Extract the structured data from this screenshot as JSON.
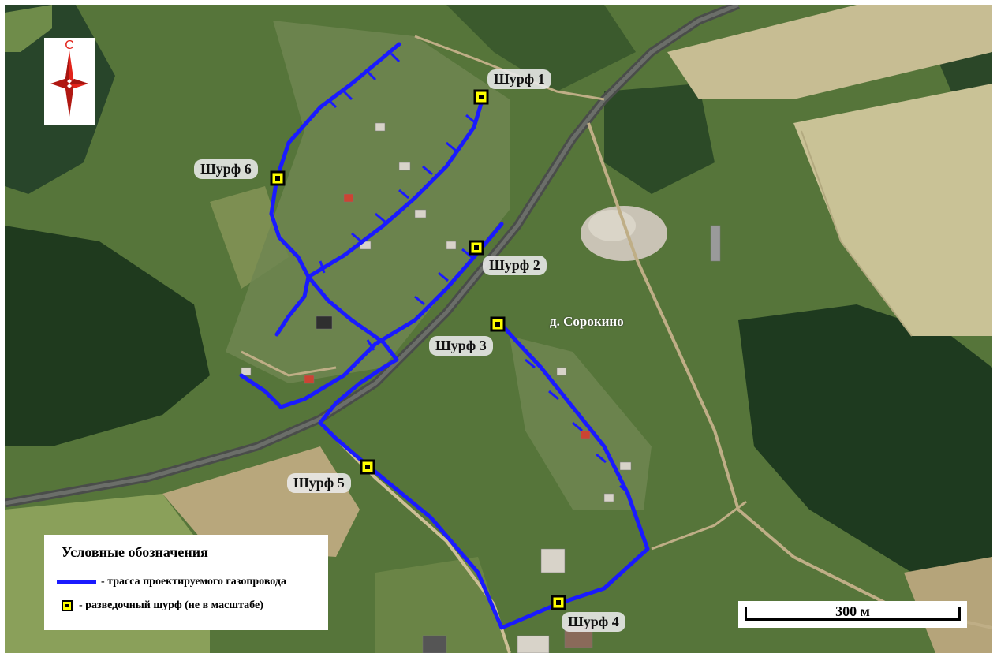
{
  "map": {
    "north_label": "С",
    "settlement": "д. Сорокино",
    "pits": [
      {
        "label": "Шурф 1"
      },
      {
        "label": "Шурф 2"
      },
      {
        "label": "Шурф 3"
      },
      {
        "label": "Шурф 4"
      },
      {
        "label": "Шурф 5"
      },
      {
        "label": "Шурф 6"
      }
    ],
    "scale_label": "300 м",
    "colors": {
      "pipeline": "#1a1aff",
      "pit_fill": "#ffff00",
      "pit_border": "#000000",
      "north_arrow": "#e2231a"
    }
  },
  "legend": {
    "title": "Условные обозначения",
    "items": [
      {
        "symbol": "pipeline-line",
        "label": "- трасса проектируемого газопровода"
      },
      {
        "symbol": "pit-square",
        "label": "- разведочный шурф (не в масштабе)"
      }
    ]
  }
}
